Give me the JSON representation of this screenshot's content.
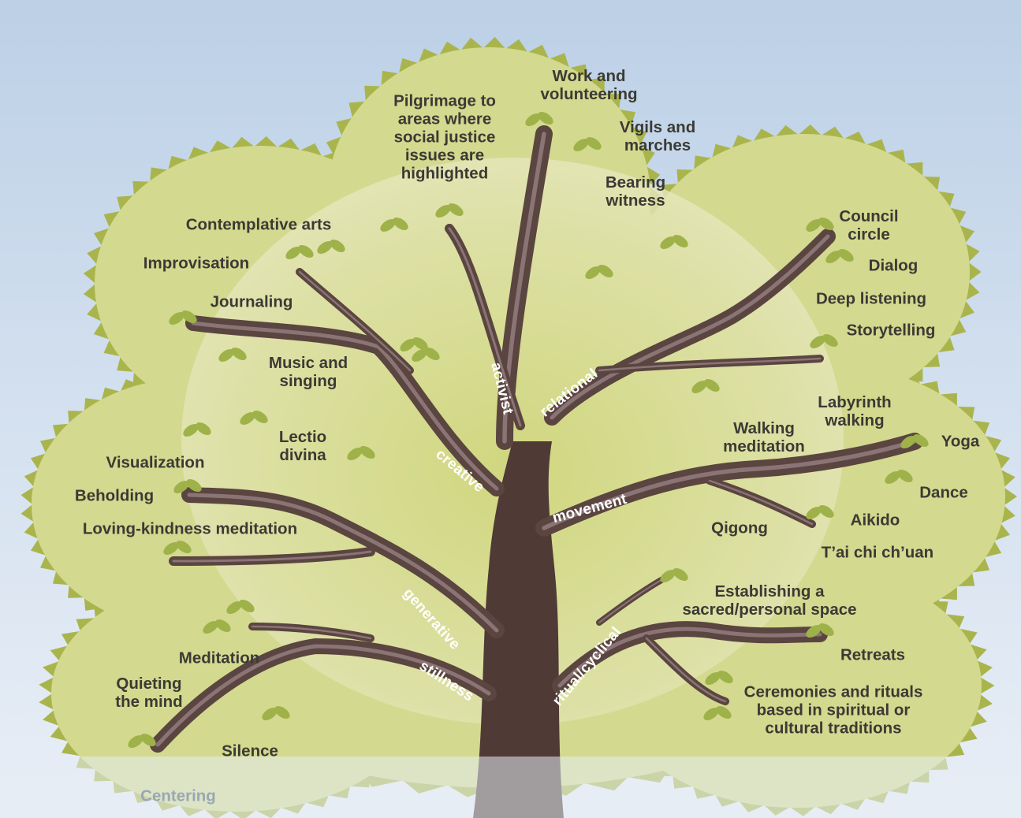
{
  "colors": {
    "sky": "#c9d8ea",
    "canopy_fill": "#d3d98f",
    "canopy_edge": "#a9b54c",
    "trunk": "#4f3a36",
    "branch": "#5a4540",
    "branch_highlight": "#b49aa3",
    "leaf": "#9fb24a",
    "label_text": "#3b3a34",
    "branch_label_text": "#ffffff"
  },
  "branches": [
    {
      "id": "activist",
      "label": "activist"
    },
    {
      "id": "relational",
      "label": "relational"
    },
    {
      "id": "creative",
      "label": "creative"
    },
    {
      "id": "movement",
      "label": "movement"
    },
    {
      "id": "generative",
      "label": "generative"
    },
    {
      "id": "stillness",
      "label": "stillness"
    },
    {
      "id": "ritual",
      "label": "ritual/cyclical"
    }
  ],
  "practices": {
    "work_volunteering": "Work and\nvolunteering",
    "pilgrimage": "Pilgrimage to\nareas where\nsocial justice\nissues are\nhighlighted",
    "vigils": "Vigils and\nmarches",
    "bearing_witness": "Bearing\nwitness",
    "contemplative_arts": "Contemplative arts",
    "improvisation": "Improvisation",
    "journaling": "Journaling",
    "music_singing": "Music and\nsinging",
    "council_circle": "Council\ncircle",
    "dialog": "Dialog",
    "deep_listening": "Deep listening",
    "storytelling": "Storytelling",
    "labyrinth": "Labyrinth\nwalking",
    "walking_meditation": "Walking\nmeditation",
    "yoga": "Yoga",
    "dance": "Dance",
    "aikido": "Aikido",
    "qigong": "Qigong",
    "taichi": "T’ai chi ch’uan",
    "lectio": "Lectio\ndivina",
    "visualization": "Visualization",
    "beholding": "Beholding",
    "loving_kindness": "Loving-kindness meditation",
    "establishing_space": "Establishing a\nsacred/personal space",
    "retreats": "Retreats",
    "ceremonies": "Ceremonies and rituals\nbased in spiritual or\ncultural traditions",
    "meditation": "Meditation",
    "quieting": "Quieting\nthe mind",
    "silence": "Silence",
    "centering": "Centering"
  }
}
